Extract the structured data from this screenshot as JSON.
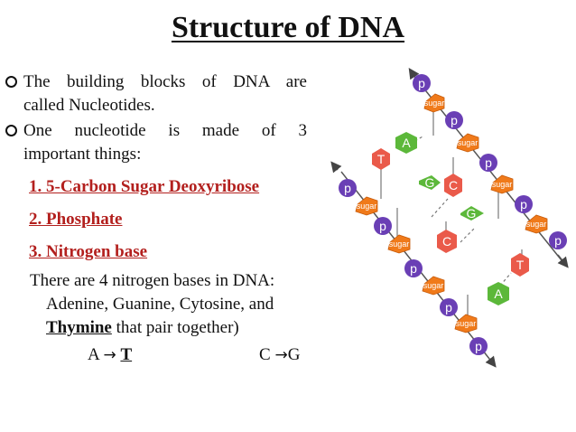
{
  "title": "Structure of DNA",
  "bullets": [
    {
      "line1": "The building blocks of DNA are",
      "line2": "called Nucleotides."
    },
    {
      "line1": "One nucleotide is made of 3",
      "line2": "important things:"
    }
  ],
  "components": [
    "1. 5-Carbon Sugar Deoxyribose",
    "2. Phosphate",
    "3. Nitrogen base"
  ],
  "bases_paragraph": {
    "line1": "There are 4 nitrogen bases in DNA:",
    "line2": "Adenine, Guanine, Cytosine, and",
    "thymine": "Thymine",
    "line3_rest": " that pair together)"
  },
  "pairs": {
    "a": "A",
    "t": "T",
    "c": "C",
    "g": "G",
    "arrow": "→"
  },
  "diagram": {
    "phosphate": "p",
    "sugar": "sugar",
    "bases": [
      "A",
      "T",
      "G",
      "C",
      "G",
      "C",
      "T",
      "A"
    ]
  },
  "colors": {
    "phosphate": "#6a3fb5",
    "sugar": "#f07a1a",
    "adenine": "#5cb83a",
    "guanine": "#5cb83a",
    "cytosine": "#ea5a4a",
    "thymine": "#ea5a4a",
    "component_text": "#b3201e"
  }
}
